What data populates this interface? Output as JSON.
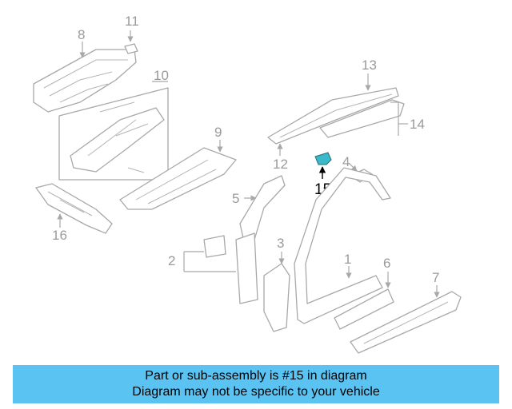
{
  "diagram": {
    "callouts": [
      "1",
      "2",
      "3",
      "4",
      "5",
      "6",
      "7",
      "8",
      "9",
      "10",
      "11",
      "12",
      "13",
      "14",
      "16"
    ],
    "highlighted_callout": "15",
    "highlight_color": "#3bb8c9"
  },
  "banner": {
    "line1": "Part or sub-assembly is #15 in diagram",
    "line2": "Diagram may not be specific to your vehicle",
    "background": "#5bc3f2"
  }
}
